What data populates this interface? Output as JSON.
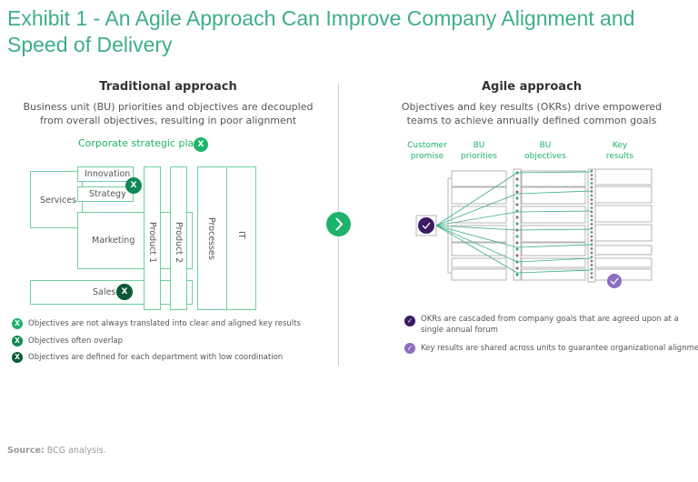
{
  "title": "Exhibit 1 - An Agile Approach Can Improve Company Alignment and Speed of Delivery",
  "traditional": {
    "heading": "Traditional approach",
    "subtitle_line1": "Business unit (BU) priorities and objectives are decoupled",
    "subtitle_line2": "from overall objectives, resulting in poor alignment",
    "corporate_plan": "Corporate strategic plan",
    "x_glyph": "X",
    "boxes": {
      "innovation": "Innovation",
      "strategy": "Strategy",
      "services": "Services",
      "marketing": "Marketing",
      "sales": "Sales",
      "product1": "Product 1",
      "product2": "Product 2",
      "processes": "Processes",
      "it": "IT"
    },
    "legend": [
      {
        "text": "Objectives are not always translated into clear and aligned key results",
        "color": "#1db36a"
      },
      {
        "text": "Objectives often overlap",
        "color": "#0f8a55"
      },
      {
        "text": "Objectives are defined for each department with low coordination",
        "color": "#0b5a35"
      }
    ]
  },
  "agile": {
    "heading": "Agile approach",
    "subtitle_line1": "Objectives and key results (OKRs) drive empowered",
    "subtitle_line2": "teams to achieve annually defined common goals",
    "headers": {
      "customer_promise_1": "Customer",
      "customer_promise_2": "promise",
      "bu_priorities_1": "BU",
      "bu_priorities_2": "priorities",
      "bu_objectives_1": "BU",
      "bu_objectives_2": "objectives",
      "key_results_1": "Key",
      "key_results_2": "results"
    },
    "legend": [
      {
        "text_line1": "OKRs are cascaded from company goals that are agreed upon at a",
        "text_line2": "single annual forum",
        "color": "#3b1c63"
      },
      {
        "text_line1": "Key results are shared across units to guarantee organizational alignment",
        "text_line2": "",
        "color": "#8d6fc1"
      }
    ]
  },
  "colors": {
    "title": "#3fae88",
    "accent_green": "#1db36a",
    "box_border": "#6fcf9f",
    "purple_dark": "#3b1c63",
    "purple_light": "#8d6fc1"
  },
  "source_label": "Source:",
  "source_text": "BCG analysis."
}
